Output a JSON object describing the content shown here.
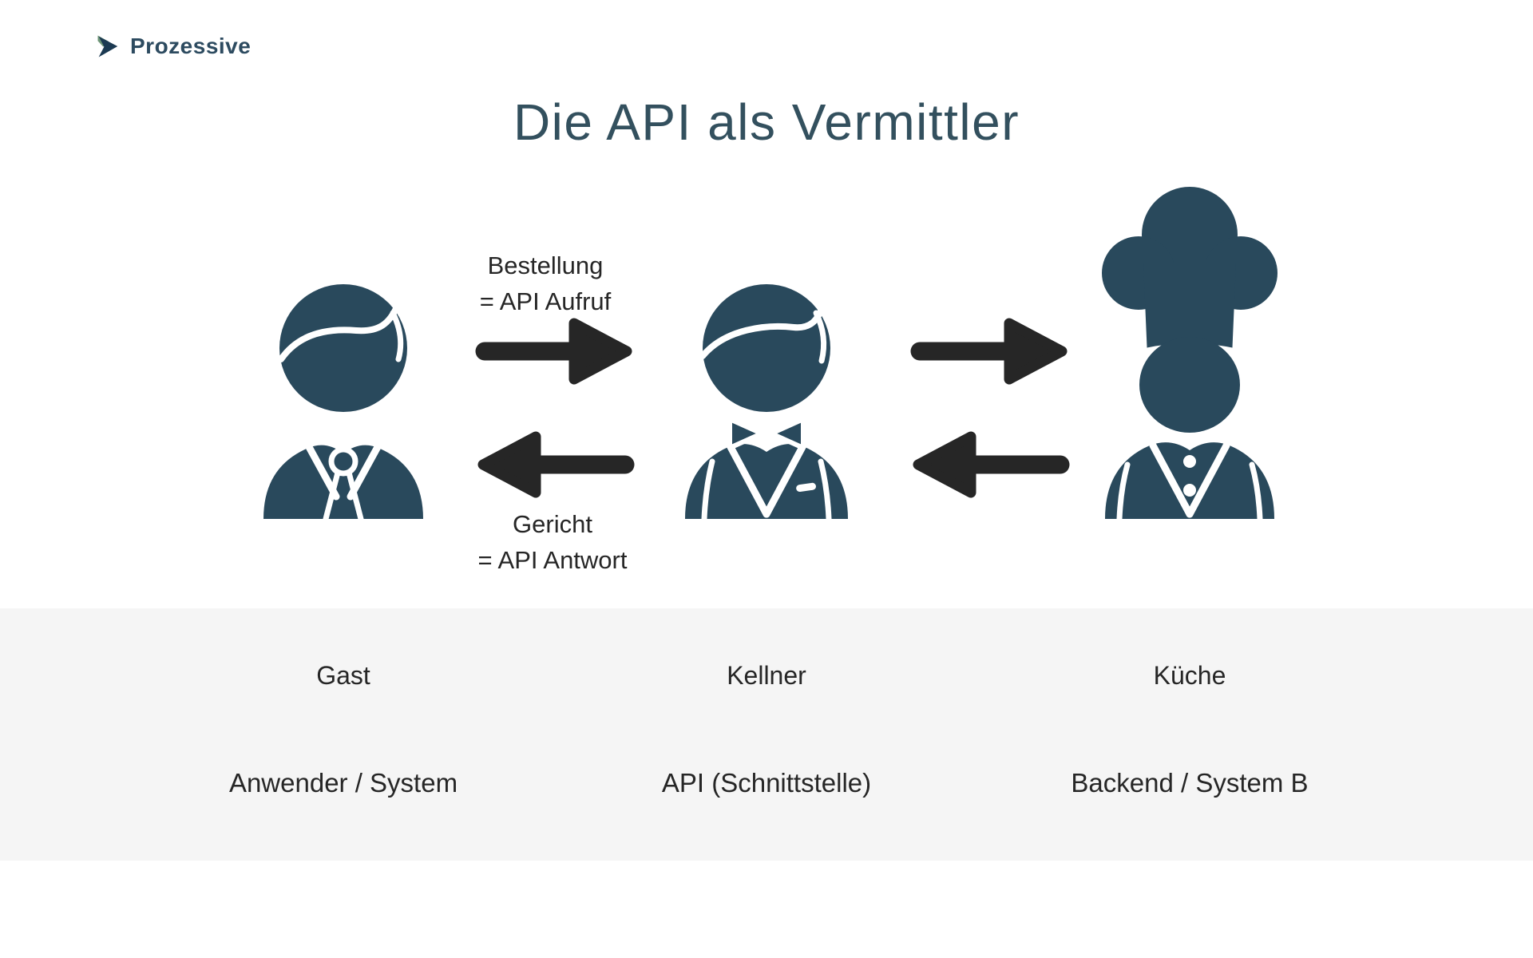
{
  "colors": {
    "figure": "#29495c",
    "arrow": "#262626",
    "text": "#262626",
    "title": "#33505e",
    "band": "#f5f5f5",
    "logo-navy": "#1c3a52",
    "logo-green": "#6e9577",
    "logo-text": "#2d4b60"
  },
  "logo": {
    "text": "Prozessive"
  },
  "title": {
    "text": "Die API als Vermittler"
  },
  "diagram": {
    "request_label": {
      "line1": "Bestellung",
      "line2": "= API Aufruf"
    },
    "response_label": {
      "line1": "Gericht",
      "line2": "= API Antwort"
    },
    "actors": [
      {
        "icon": "guest-person-icon",
        "role_label": "Gast",
        "system_label": "Anwender / System"
      },
      {
        "icon": "waiter-person-icon",
        "role_label": "Kellner",
        "system_label": "API (Schnittstelle)"
      },
      {
        "icon": "chef-person-icon",
        "role_label": "Küche",
        "system_label": "Backend / System B"
      }
    ]
  }
}
